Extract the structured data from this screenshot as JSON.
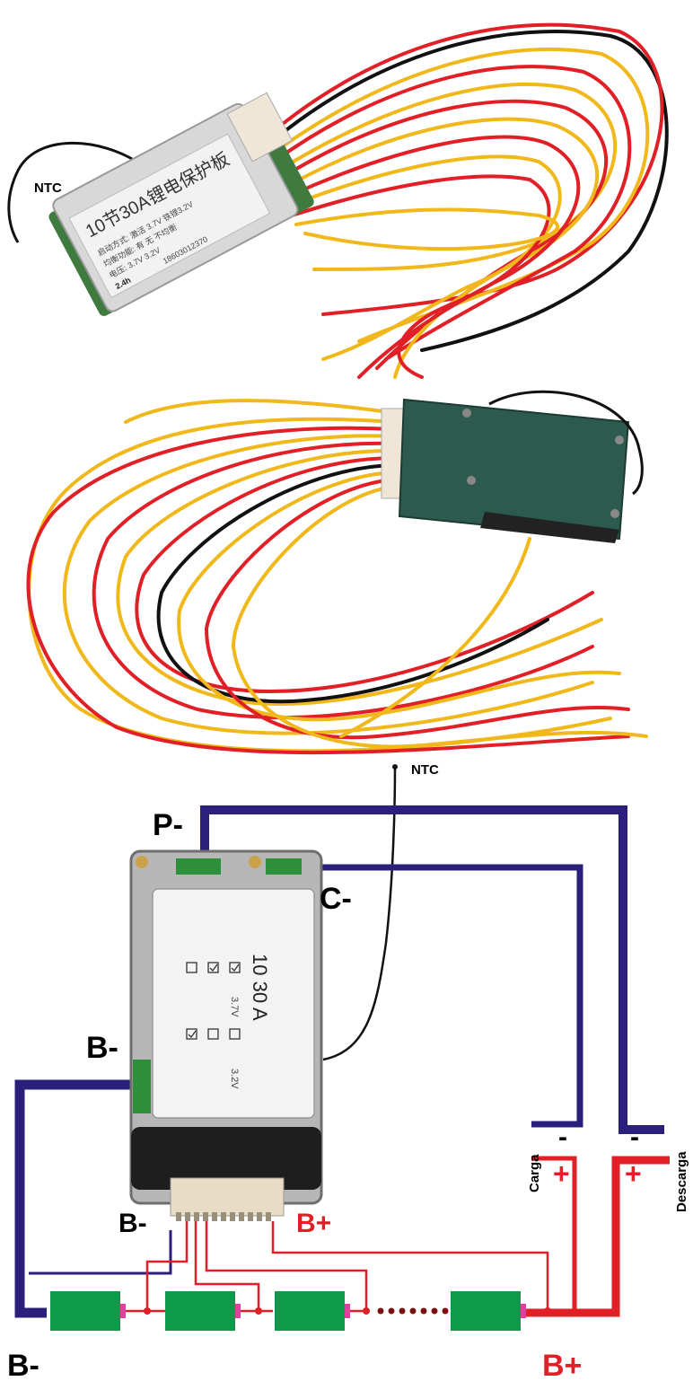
{
  "photo_top": {
    "ntc_label": "NTC",
    "sticker_lines": [
      "10节30A锂电保护板",
      "启动方式: 激活 3.7V  铁锂3.2V",
      "均衡功能: 有  无  不均衡",
      "电压: 3.7V  3.2V",
      "18603012370"
    ],
    "sticker_brand": "2.4h"
  },
  "diagram": {
    "ntc_label": "NTC",
    "p_minus": "P-",
    "c_minus": "C-",
    "b_minus_side": "B-",
    "b_minus_connector": "B-",
    "b_plus_connector": "B+",
    "b_minus_bottom": "B-",
    "b_plus_bottom": "B+",
    "board_text": "10 30 A",
    "board_voltage_1": "3.7V",
    "board_voltage_2": "3.2V",
    "carga": {
      "label": "Carga",
      "minus": "-",
      "plus": "+"
    },
    "descarga": {
      "label": "Descarga",
      "minus": "-",
      "plus": "+"
    }
  },
  "colors": {
    "wire_negative": "#2a1f7a",
    "wire_positive": "#e11f26",
    "cell": "#0e9a4a",
    "cell_cap": "#e040a0",
    "wire_yellow": "#f0b81a",
    "wire_black": "#111111",
    "pcb": "#2d5a4e"
  }
}
